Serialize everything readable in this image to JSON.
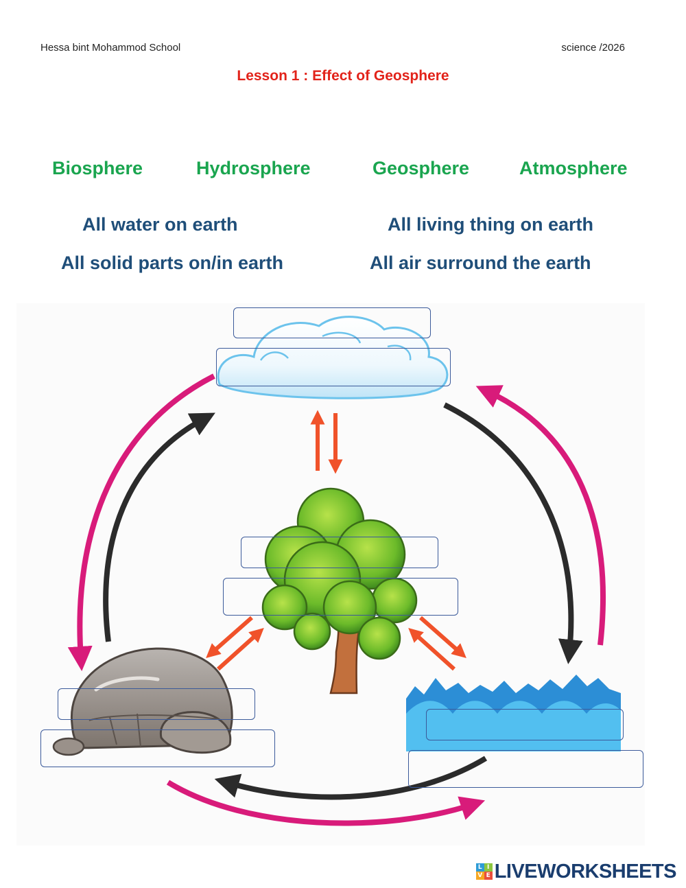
{
  "header": {
    "school": "Hessa bint Mohammod School",
    "subject": "science /2026",
    "lesson_title": "Lesson 1 : Effect of Geosphere"
  },
  "word_bank": {
    "terms": [
      "Biosphere",
      "Hydrosphere",
      "Geosphere",
      "Atmosphere"
    ]
  },
  "definitions": {
    "items": [
      "All water on earth",
      "All living thing on earth",
      "All solid parts on/in earth",
      "All air surround the earth"
    ]
  },
  "diagram": {
    "answer_boxes": [
      {
        "id": "cloud-name",
        "value": ""
      },
      {
        "id": "cloud-definition",
        "value": ""
      },
      {
        "id": "tree-name",
        "value": ""
      },
      {
        "id": "tree-definition",
        "value": ""
      },
      {
        "id": "rock-name",
        "value": ""
      },
      {
        "id": "rock-definition",
        "value": ""
      },
      {
        "id": "water-name",
        "value": ""
      },
      {
        "id": "water-definition",
        "value": ""
      }
    ],
    "colors": {
      "magenta_arrow": "#d81b7a",
      "dark_arrow": "#2b2b2b",
      "orange_arrow": "#f0522a",
      "box_border": "#3b5a9a"
    }
  },
  "logo": {
    "text": "LIVEWORKSHEETS",
    "mark_letters": [
      "L",
      "I",
      "V",
      "E"
    ],
    "colors": [
      "#2e9cd6",
      "#8cc63f",
      "#f7a823",
      "#e94e3c"
    ]
  }
}
